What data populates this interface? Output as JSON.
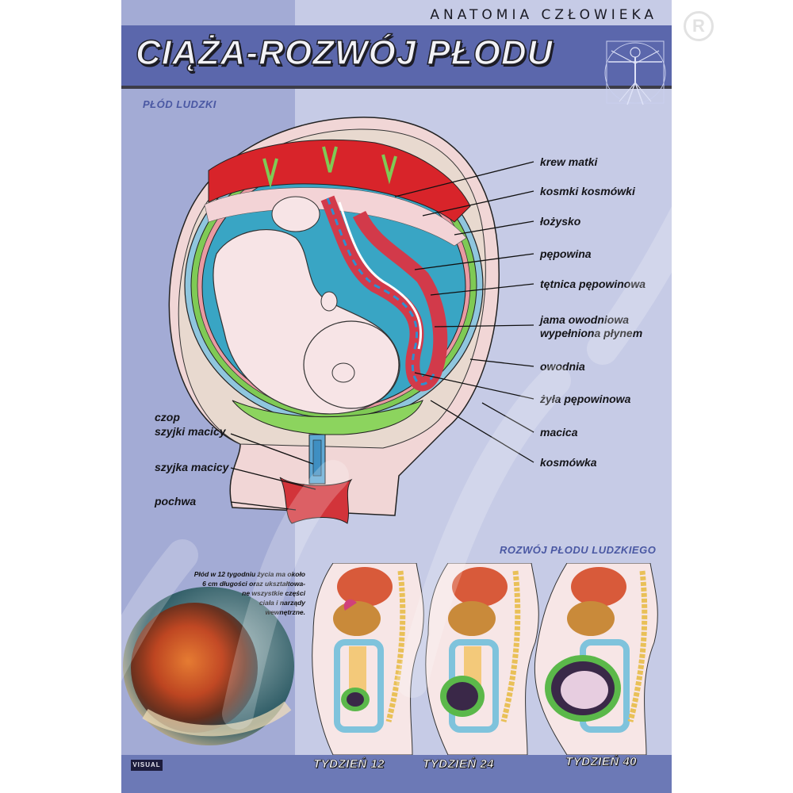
{
  "header": {
    "subtitle": "ANATOMIA CZŁOWIEKA",
    "title": "CIĄŻA-ROZWÓJ PŁODU",
    "emblem": "vitruvian-man-icon"
  },
  "sections": {
    "fetus": "PŁÓD LUDZKI",
    "development": "ROZWÓJ PŁODU LUDZKIEGO"
  },
  "labels_right": [
    {
      "text": "krew matki"
    },
    {
      "text": "kosmki kosmówki"
    },
    {
      "text": "łożysko"
    },
    {
      "text": "pępowina"
    },
    {
      "text": "tętnica pępowinowa"
    },
    {
      "text": "jama owodniowa"
    },
    {
      "text": "wypełniona płynem"
    },
    {
      "text": "owodnia"
    },
    {
      "text": "żyła pępowinowa"
    },
    {
      "text": "macica"
    },
    {
      "text": "kosmówka"
    }
  ],
  "labels_left": [
    {
      "text": "czop"
    },
    {
      "text": "szyjki macicy"
    },
    {
      "text": "szyjka macicy"
    },
    {
      "text": "pochwa"
    }
  ],
  "caption": {
    "lines": [
      "Płód w 12 tygodniu życia ma około",
      "6 cm długości oraz ukształtowa-",
      "ne wszystkie  części",
      "ciała i narządy",
      "wewnętrzne."
    ]
  },
  "weeks": [
    {
      "label": "TYDZIEŃ 12"
    },
    {
      "label": "TYDZIEŃ 24"
    },
    {
      "label": "TYDZIEŃ 40"
    }
  ],
  "publisher": "VISUAL",
  "registered_mark": "R",
  "colors": {
    "title_band": "#5b67ac",
    "left_stripe": "#a3abd5",
    "background": "#c6cbe6",
    "section_label": "#4a58a3",
    "bottom_band": "#6c79b6"
  }
}
